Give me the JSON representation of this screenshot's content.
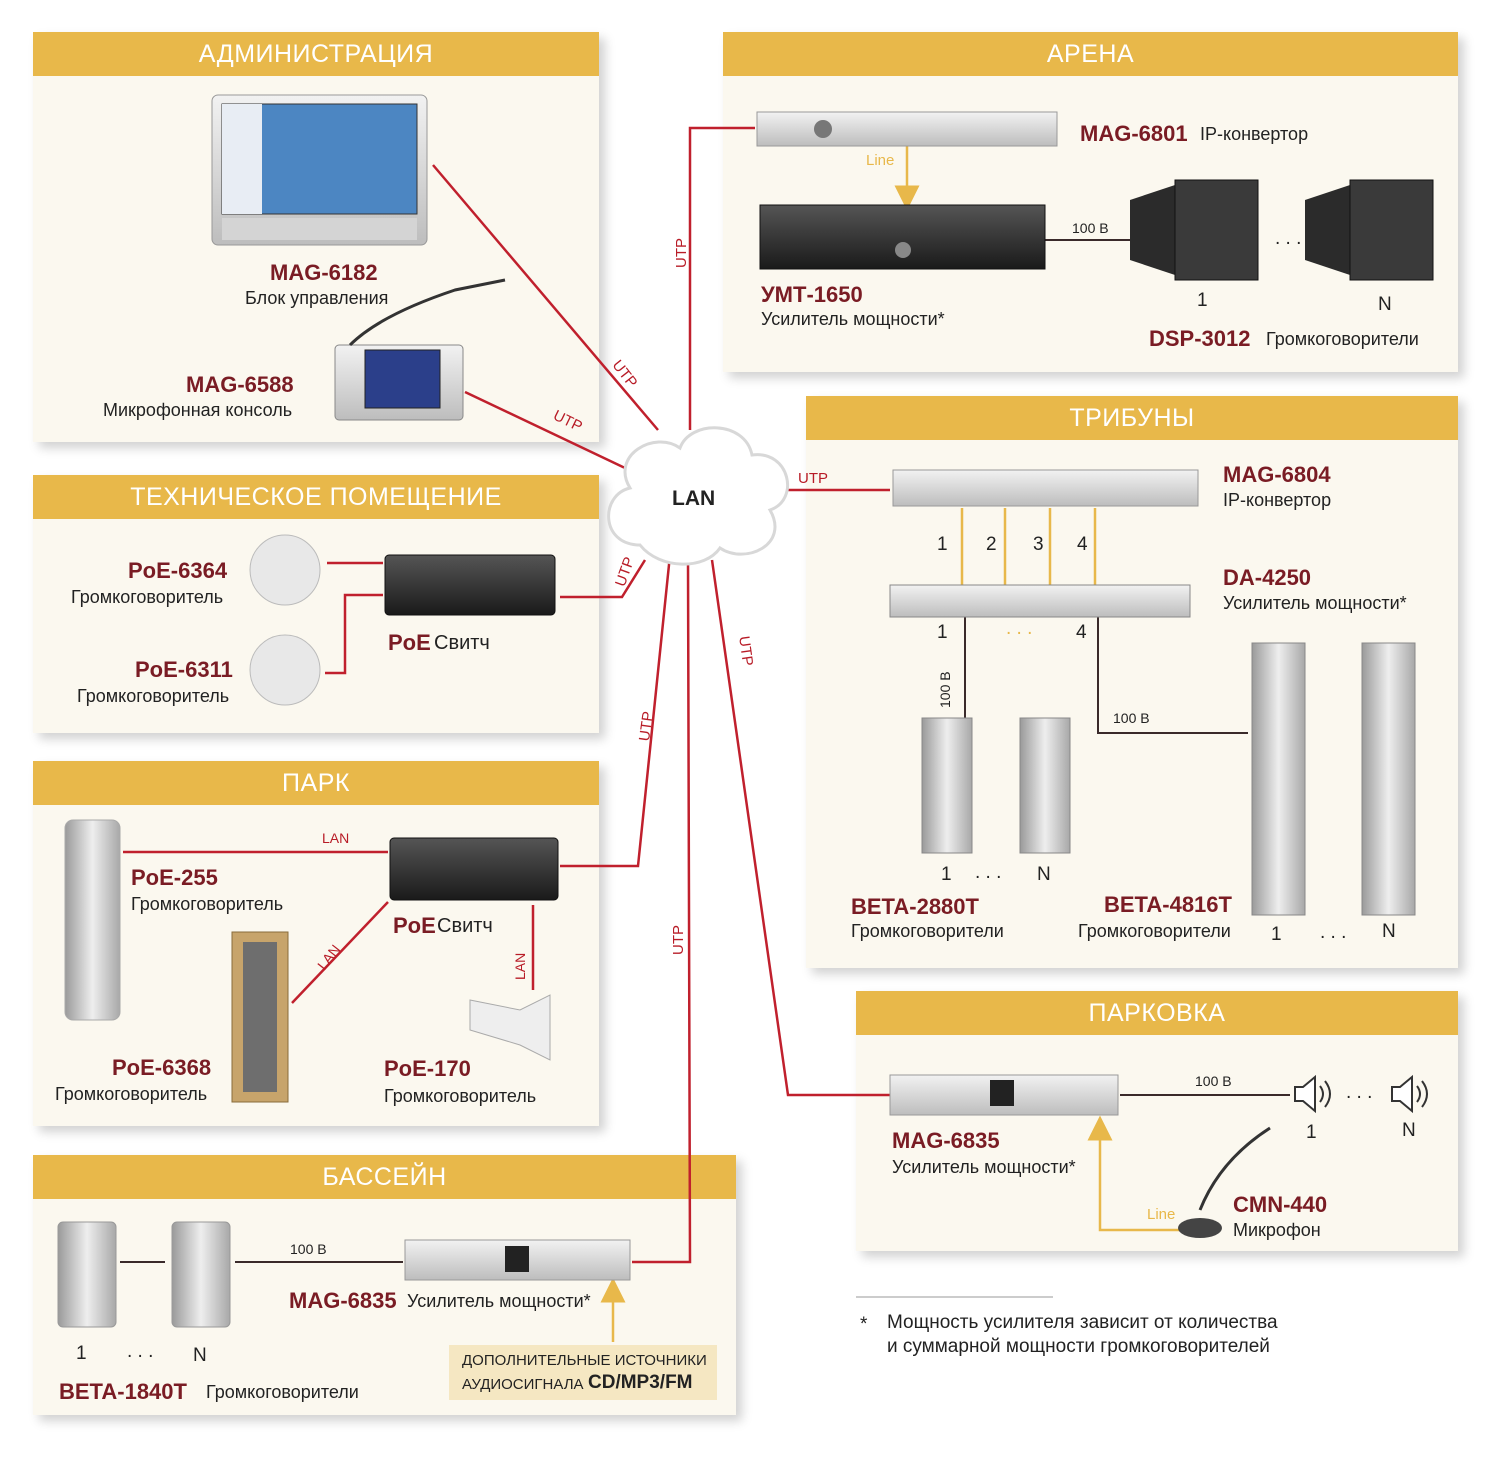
{
  "panels": {
    "admin": {
      "title": "АДМИНИСТРАЦИЯ"
    },
    "arena": {
      "title": "АРЕНА"
    },
    "tech": {
      "title": "ТЕХНИЧЕСКОЕ ПОМЕЩЕНИЕ"
    },
    "tribunes": {
      "title": "ТРИБУНЫ"
    },
    "park": {
      "title": "ПАРК"
    },
    "parking": {
      "title": "ПАРКОВКА"
    },
    "pool": {
      "title": "БАССЕЙН"
    }
  },
  "devices": {
    "mag6182": {
      "model": "MAG-6182",
      "desc": "Блок управления"
    },
    "mag6588": {
      "model": "MAG-6588",
      "desc": "Микрофонная консоль"
    },
    "mag6801": {
      "model": "MAG-6801",
      "desc": "IP-конвертор"
    },
    "umt1650": {
      "model": "УМТ-1650",
      "desc": "Усилитель мощности*"
    },
    "dsp3012": {
      "model": "DSP-3012",
      "desc": "Громкоговорители"
    },
    "poe6364": {
      "model": "PoE-6364",
      "desc": "Громкоговоритель"
    },
    "poe6311": {
      "model": "PoE-6311",
      "desc": "Громкоговоритель"
    },
    "poeswitch1": {
      "model": "PoE",
      "desc": "Свитч"
    },
    "mag6804": {
      "model": "MAG-6804",
      "desc": "IP-конвертор"
    },
    "da4250": {
      "model": "DA-4250",
      "desc": "Усилитель мощности*"
    },
    "beta2880t": {
      "model": "BETA-2880T",
      "desc": "Громкоговорители"
    },
    "beta4816t": {
      "model": "BETA-4816T",
      "desc": "Громкоговорители"
    },
    "poe255": {
      "model": "PoE-255",
      "desc": "Громкоговоритель"
    },
    "poe6368": {
      "model": "PoE-6368",
      "desc": "Громкоговоритель"
    },
    "poeswitch2": {
      "model": "PoE",
      "desc": "Свитч"
    },
    "poe170": {
      "model": "PoE-170",
      "desc": "Громкоговоритель"
    },
    "mag6835_parking": {
      "model": "MAG-6835",
      "desc": "Усилитель мощности*"
    },
    "cmn440": {
      "model": "CMN-440",
      "desc": "Микрофон"
    },
    "mag6835_pool": {
      "model": "MAG-6835",
      "desc": "Усилитель мощности*"
    },
    "beta1840t": {
      "model": "BETA-1840T",
      "desc": "Громкоговорители"
    }
  },
  "network": {
    "center": "LAN",
    "utp": "UTP",
    "lan": "LAN",
    "line": "Line",
    "volt": "100 В"
  },
  "labels": {
    "one": "1",
    "two": "2",
    "three": "3",
    "four": "4",
    "n": "N",
    "dots": ". . ."
  },
  "extra_sources": {
    "line1": "ДОПОЛНИТЕЛЬНЫЕ ИСТОЧНИКИ",
    "line2_prefix": "АУДИОСИГНАЛА",
    "line2_bold": "CD/MP3/FM"
  },
  "footnote": {
    "star": "*",
    "line1": "Мощность усилителя зависит от количества",
    "line2": "и суммарной мощности громкоговорителей"
  },
  "colors": {
    "header": "#e8b84a",
    "model": "#7a1c24",
    "utp_line": "#c0202d",
    "line_arrow": "#e8b84a",
    "panel_bg": "#fbf8ef"
  }
}
